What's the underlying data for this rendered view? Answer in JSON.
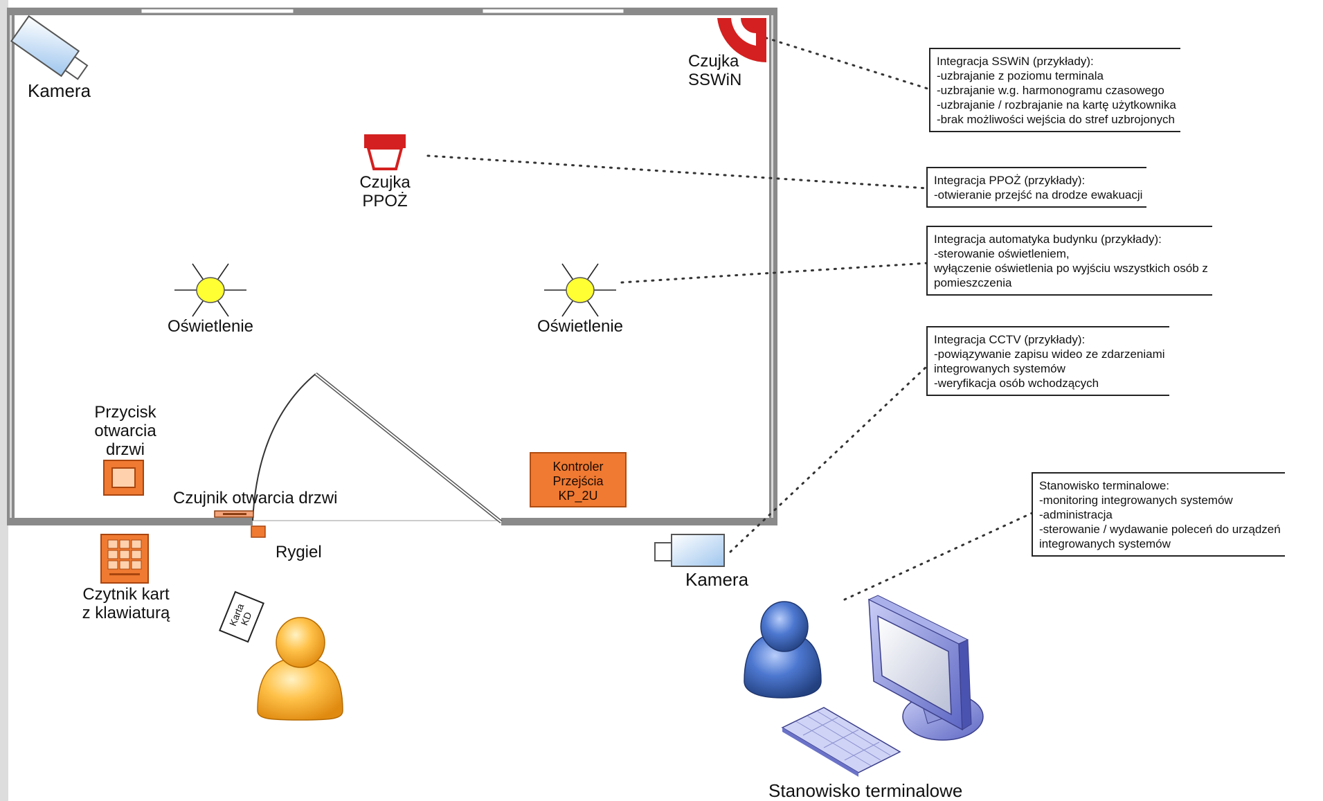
{
  "labels": {
    "kamera_top": "Kamera",
    "czujka_sswin": [
      "Czujka",
      "SSWiN"
    ],
    "czujka_ppoz": [
      "Czujka",
      "PPOŻ"
    ],
    "oswietlenie_left": "Oświetlenie",
    "oswietlenie_right": "Oświetlenie",
    "przycisk": [
      "Przycisk",
      "otwarcia",
      "drzwi"
    ],
    "czujnik_drzwi": "Czujnik otwarcia drzwi",
    "rygiel": "Rygiel",
    "czytnik": [
      "Czytnik kart",
      "z klawiaturą"
    ],
    "karta": [
      "Karta",
      "KD"
    ],
    "kontroler": [
      "Kontroler",
      "Przejścia",
      "KP_2U"
    ],
    "kamera_bottom": "Kamera",
    "stanowisko": "Stanowisko terminalowe"
  },
  "notes": {
    "sswin": [
      "Integracja SSWiN (przykłady):",
      "-uzbrajanie z poziomu terminala",
      "-uzbrajanie w.g. harmonogramu czasowego",
      "-uzbrajanie / rozbrajanie na kartę użytkownika",
      "-brak możliwości wejścia do stref uzbrojonych"
    ],
    "ppoz": [
      "Integracja PPOŻ (przykłady):",
      "-otwieranie przejść na drodze ewakuacji"
    ],
    "automatyka": [
      "Integracja automatyka budynku (przykłady):",
      "-sterowanie oświetleniem,",
      "wyłączenie oświetlenia po wyjściu wszystkich osób z",
      "pomieszczenia"
    ],
    "cctv": [
      "Integracja CCTV (przykłady):",
      "-powiązywanie zapisu wideo ze zdarzeniami",
      "integrowanych systemów",
      "-weryfikacja osób wchodzących"
    ],
    "terminal": [
      "Stanowisko terminalowe:",
      "-monitoring integrowanych systemów",
      "-administracja",
      "-sterowanie / wydawanie poleceń do urządzeń",
      "integrowanych systemów"
    ]
  },
  "icons": {
    "camera": "camera-icon",
    "sswin": "motion-sensor-icon",
    "ppoz": "smoke-detector-icon",
    "light": "light-bulb-icon",
    "button": "door-button-icon",
    "reader": "card-reader-keypad-icon",
    "person": "person-icon",
    "computer": "computer-workstation-icon"
  },
  "colors": {
    "wall": "#8a8a8a",
    "sswin_red": "#d42020",
    "ppoz_red": "#d42020",
    "light_yellow": "#ffff33",
    "orange": "#f07a32",
    "person_user": "#f5a623",
    "person_operator": "#3b63b8",
    "monitor": "#7b86d6"
  }
}
